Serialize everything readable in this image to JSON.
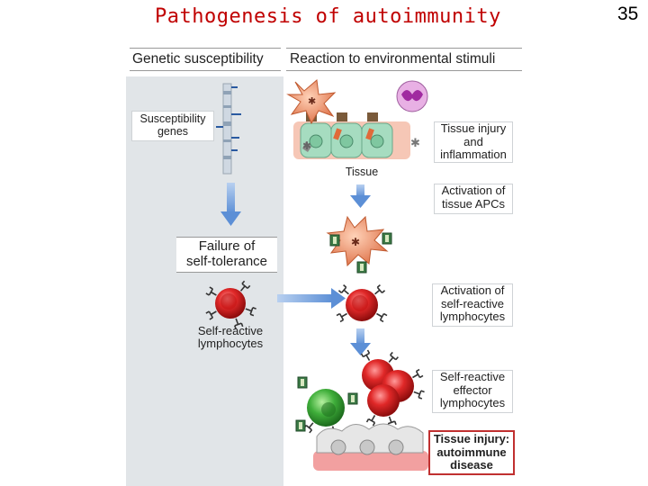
{
  "slide": {
    "title": "Pathogenesis of autoimmunity",
    "page_number": "35"
  },
  "diagram": {
    "headers": {
      "genetic": "Genetic susceptibility",
      "environment": "Reaction to environmental stimuli"
    },
    "labels": {
      "susceptibility_line1": "Susceptibility",
      "susceptibility_line2": "genes",
      "tissue": "Tissue",
      "tissue_injury_line1": "Tissue injury",
      "tissue_injury_line2": "and",
      "tissue_injury_line3": "inflammation",
      "activation_apcs_line1": "Activation of",
      "activation_apcs_line2": "tissue APCs",
      "failure_line1": "Failure of",
      "failure_line2": "self-tolerance",
      "activation_lymph_line1": "Activation of",
      "activation_lymph_line2": "self-reactive",
      "activation_lymph_line3": "lymphocytes",
      "self_reactive_line1": "Self-reactive",
      "self_reactive_line2": "lymphocytes",
      "effector_line1": "Self-reactive",
      "effector_line2": "effector",
      "effector_line3": "lymphocytes",
      "disease_line1": "Tissue injury:",
      "disease_line2": "autoimmune",
      "disease_line3": "disease"
    }
  }
}
